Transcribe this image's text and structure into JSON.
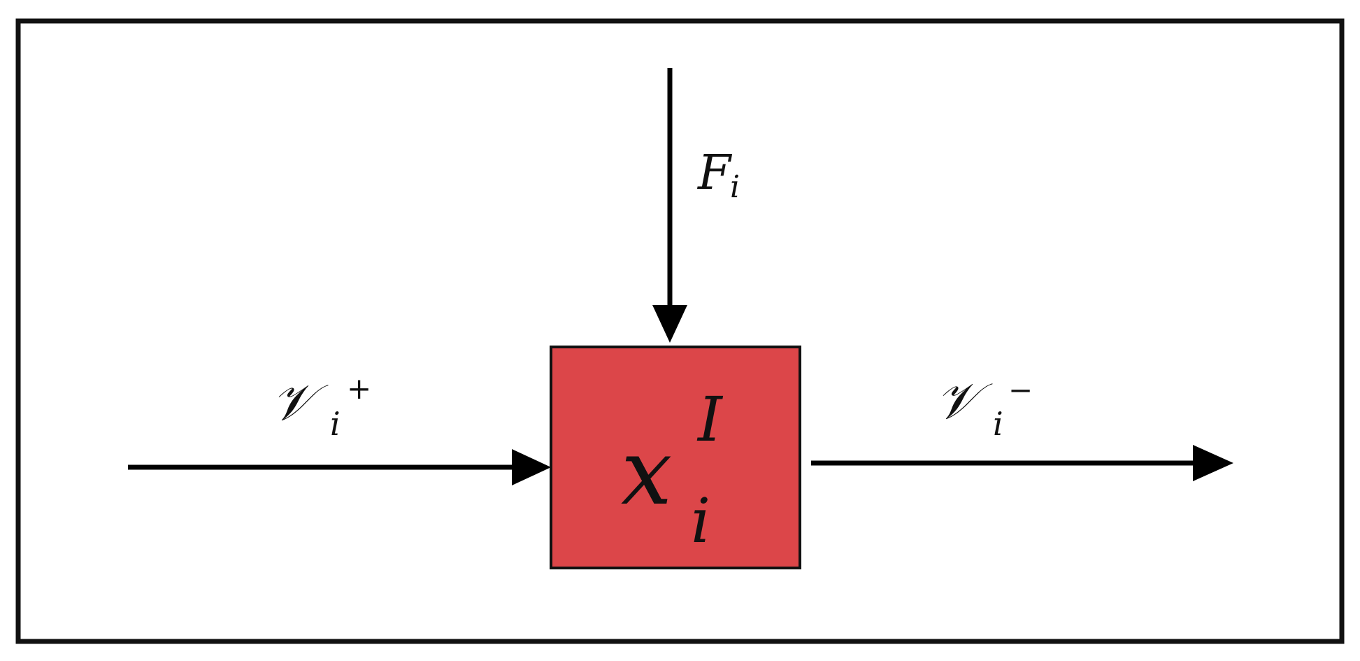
{
  "colors": {
    "frame": "#111111",
    "arrow": "#000000",
    "node_fill": "#dc4649",
    "node_stroke": "#111111",
    "text": "#111111"
  },
  "node": {
    "base": "x",
    "superscript": "I",
    "subscript": "i"
  },
  "top_input": {
    "base": "F",
    "subscript": "i"
  },
  "left_input": {
    "base": "𝒱",
    "subscript": "i",
    "superscript": "+"
  },
  "right_output": {
    "base": "𝒱",
    "subscript": "i",
    "superscript": "−"
  }
}
